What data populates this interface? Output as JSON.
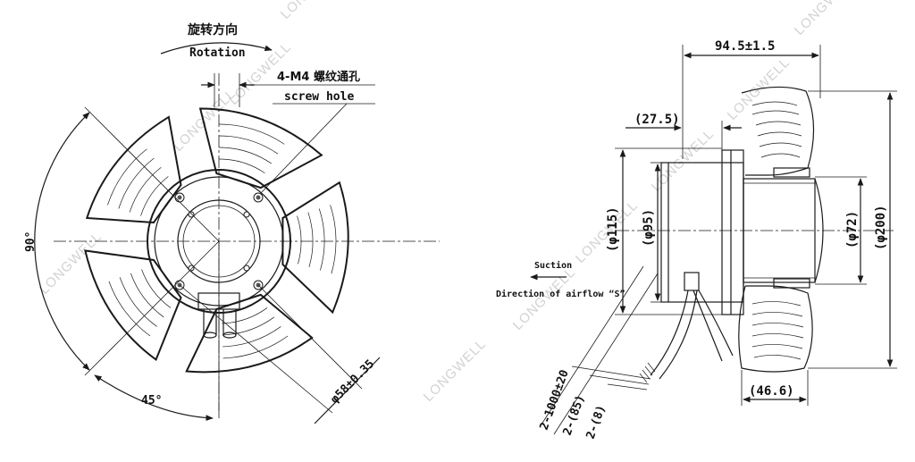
{
  "watermark": "LONGWELL",
  "front_view": {
    "rotation_cn": "旋转方向",
    "rotation_en": "Rotation",
    "screw_hole_cn": "4-M4 螺纹通孔",
    "screw_hole_en": "screw hole",
    "angle_90": "90°",
    "angle_45": "45°",
    "pcd": "φ58±0.35"
  },
  "side_view": {
    "length": "94.5±1.5",
    "offset": "(27.5)",
    "dia_115": "(φ115)",
    "dia_95": "(φ95)",
    "dia_72": "(φ72)",
    "dia_200": "(φ200)",
    "hub_width": "(46.6)",
    "suction": "Suction",
    "airflow": "Direction of airflow “S”",
    "cable_len": "2-1000±20",
    "cable_85": "2-(85)",
    "cable_8": "2-(8)"
  }
}
